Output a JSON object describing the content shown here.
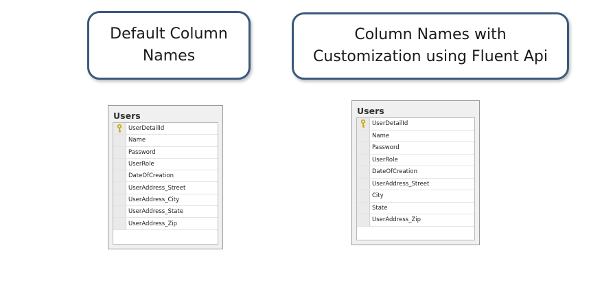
{
  "callouts": {
    "left": {
      "line1": "Default Column",
      "line2": "Names"
    },
    "right": {
      "line1": "Column Names with",
      "line2": "Customization using Fluent Api"
    }
  },
  "tables": {
    "left": {
      "title": "Users",
      "columns": [
        "UserDetailId",
        "Name",
        "Password",
        "UserRole",
        "DateOfCreation",
        "UserAddress_Street",
        "UserAddress_City",
        "UserAddress_State",
        "UserAddress_Zip"
      ],
      "primary_key_icon": "key-icon"
    },
    "right": {
      "title": "Users",
      "columns": [
        "UserDetailId",
        "Name",
        "Password",
        "UserRole",
        "DateOfCreation",
        "UserAddress_Street",
        "City",
        "State",
        "UserAddress_Zip"
      ],
      "primary_key_icon": "key-icon"
    }
  },
  "colors": {
    "callout_border": "#3a5a7c",
    "key": "#c9a400"
  }
}
